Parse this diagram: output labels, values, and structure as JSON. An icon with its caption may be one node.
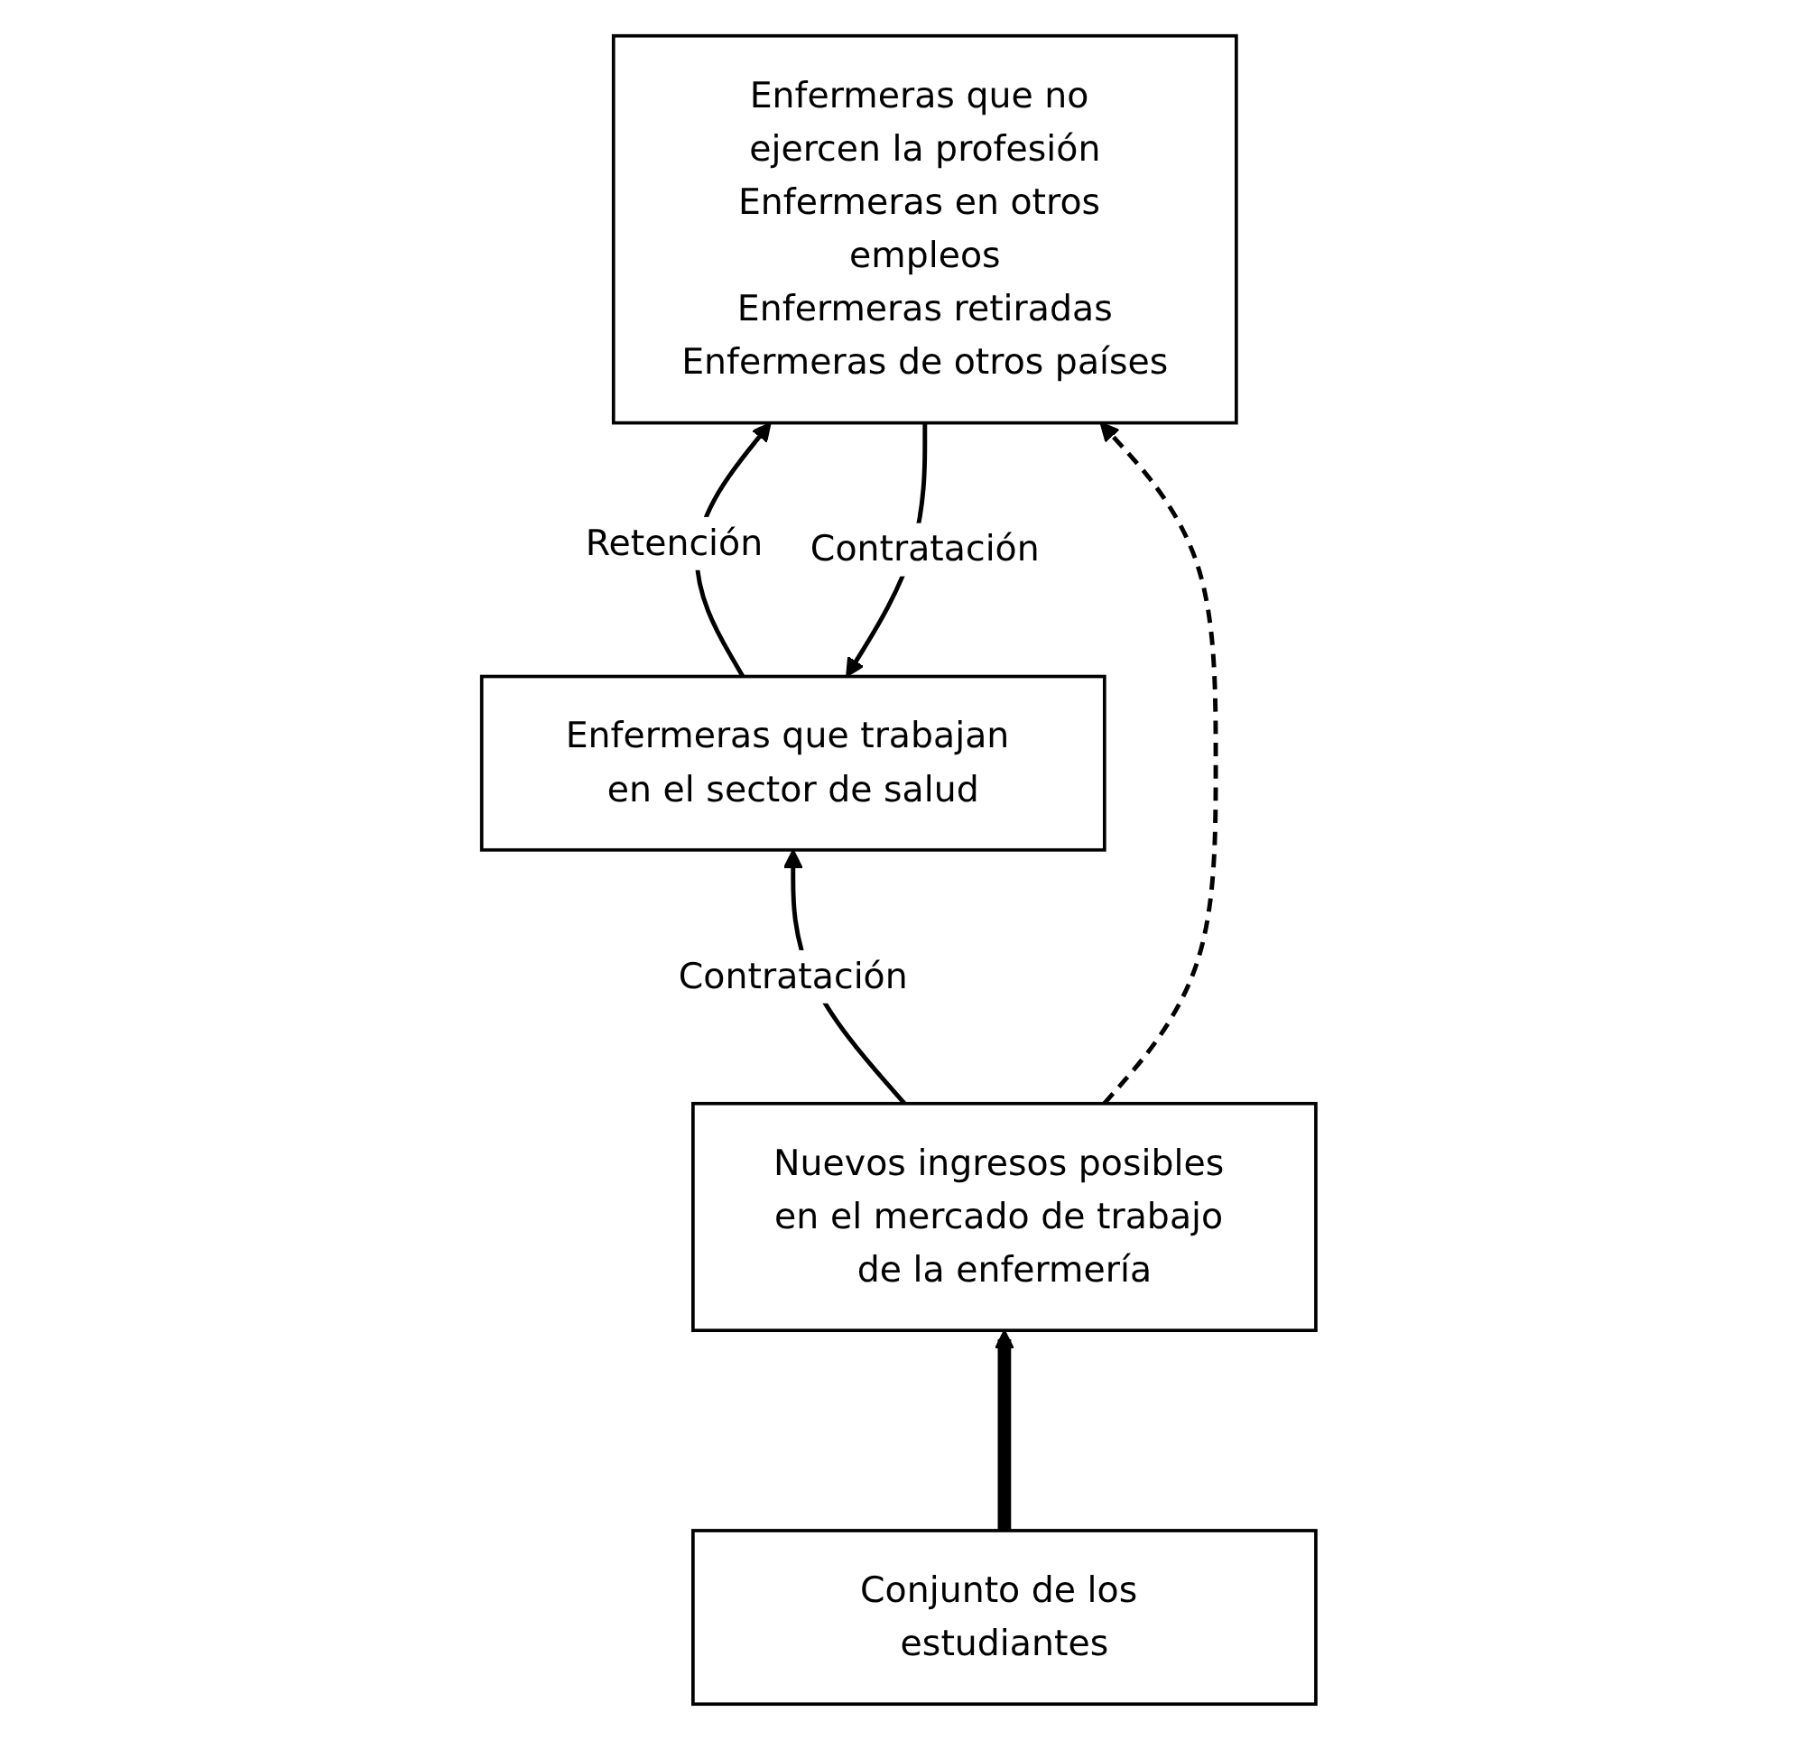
{
  "diagram": {
    "nodes": [
      {
        "text": [
          "Enfermeras que trabajan en el sector de salud"
        ]
      },
      {
        "text": [
          "Enfermeras que no ejercen la profesión",
          "Enfermeras en otros empleos",
          "Enfermeras retiradas",
          "Enfermeras de otros países"
        ]
      },
      {
        "text": [
          "Nuevos ingresos posibles en el mercado de trabajo de la enfermería"
        ]
      },
      {
        "text": [
          "Conjunto de los estudiantes"
        ]
      }
    ],
    "edges": [
      {
        "from": 0,
        "to": 1,
        "arrow": "to",
        "label": "Retención"
      },
      {
        "from": 1,
        "to": 0,
        "arrow": "to",
        "label": "Contratación"
      },
      {
        "from": 2,
        "to": 0,
        "arrow": "to",
        "label": "Contratación"
      },
      {
        "from": 2,
        "to": 1,
        "arrow": "to",
        "style": "dashed"
      },
      {
        "from": 3,
        "to": 2,
        "arrow": "to",
        "style": "thick"
      }
    ]
  }
}
